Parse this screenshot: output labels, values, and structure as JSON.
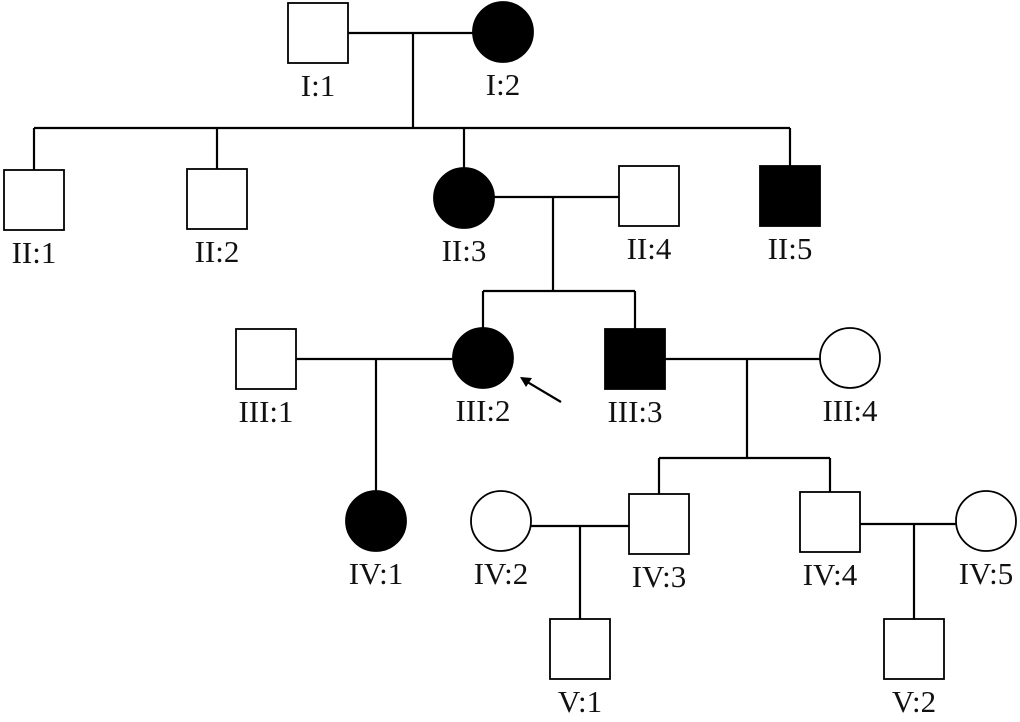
{
  "title": "Family pedigree",
  "legend_colors": {
    "affected": "#000000",
    "unaffected": "#ffffff",
    "line": "#000000"
  },
  "individuals": [
    {
      "id": "I:1",
      "generation": "I",
      "sex": "male",
      "affected": false,
      "proband": false
    },
    {
      "id": "I:2",
      "generation": "I",
      "sex": "female",
      "affected": true,
      "proband": false
    },
    {
      "id": "II:1",
      "generation": "II",
      "sex": "male",
      "affected": false,
      "proband": false
    },
    {
      "id": "II:2",
      "generation": "II",
      "sex": "male",
      "affected": false,
      "proband": false
    },
    {
      "id": "II:3",
      "generation": "II",
      "sex": "female",
      "affected": true,
      "proband": false
    },
    {
      "id": "II:4",
      "generation": "II",
      "sex": "male",
      "affected": false,
      "proband": false
    },
    {
      "id": "II:5",
      "generation": "II",
      "sex": "male",
      "affected": true,
      "proband": false
    },
    {
      "id": "III:1",
      "generation": "III",
      "sex": "male",
      "affected": false,
      "proband": false
    },
    {
      "id": "III:2",
      "generation": "III",
      "sex": "female",
      "affected": true,
      "proband": true
    },
    {
      "id": "III:3",
      "generation": "III",
      "sex": "male",
      "affected": true,
      "proband": false
    },
    {
      "id": "III:4",
      "generation": "III",
      "sex": "female",
      "affected": false,
      "proband": false
    },
    {
      "id": "IV:1",
      "generation": "IV",
      "sex": "female",
      "affected": true,
      "proband": false
    },
    {
      "id": "IV:2",
      "generation": "IV",
      "sex": "female",
      "affected": false,
      "proband": false
    },
    {
      "id": "IV:3",
      "generation": "IV",
      "sex": "male",
      "affected": false,
      "proband": false
    },
    {
      "id": "IV:4",
      "generation": "IV",
      "sex": "male",
      "affected": false,
      "proband": false
    },
    {
      "id": "IV:5",
      "generation": "IV",
      "sex": "female",
      "affected": false,
      "proband": false
    },
    {
      "id": "V:1",
      "generation": "V",
      "sex": "male",
      "affected": false,
      "proband": false
    },
    {
      "id": "V:2",
      "generation": "V",
      "sex": "male",
      "affected": false,
      "proband": false
    }
  ],
  "unions": [
    {
      "partners": [
        "I:1",
        "I:2"
      ],
      "children": [
        "II:1",
        "II:2",
        "II:3",
        "II:5"
      ]
    },
    {
      "partners": [
        "II:3",
        "II:4"
      ],
      "children": [
        "III:2",
        "III:3"
      ]
    },
    {
      "partners": [
        "III:1",
        "III:2"
      ],
      "children": [
        "IV:1"
      ]
    },
    {
      "partners": [
        "III:3",
        "III:4"
      ],
      "children": [
        "IV:3",
        "IV:4"
      ]
    },
    {
      "partners": [
        "IV:2",
        "IV:3"
      ],
      "children": [
        "V:1"
      ]
    },
    {
      "partners": [
        "IV:4",
        "IV:5"
      ],
      "children": [
        "V:2"
      ]
    }
  ]
}
